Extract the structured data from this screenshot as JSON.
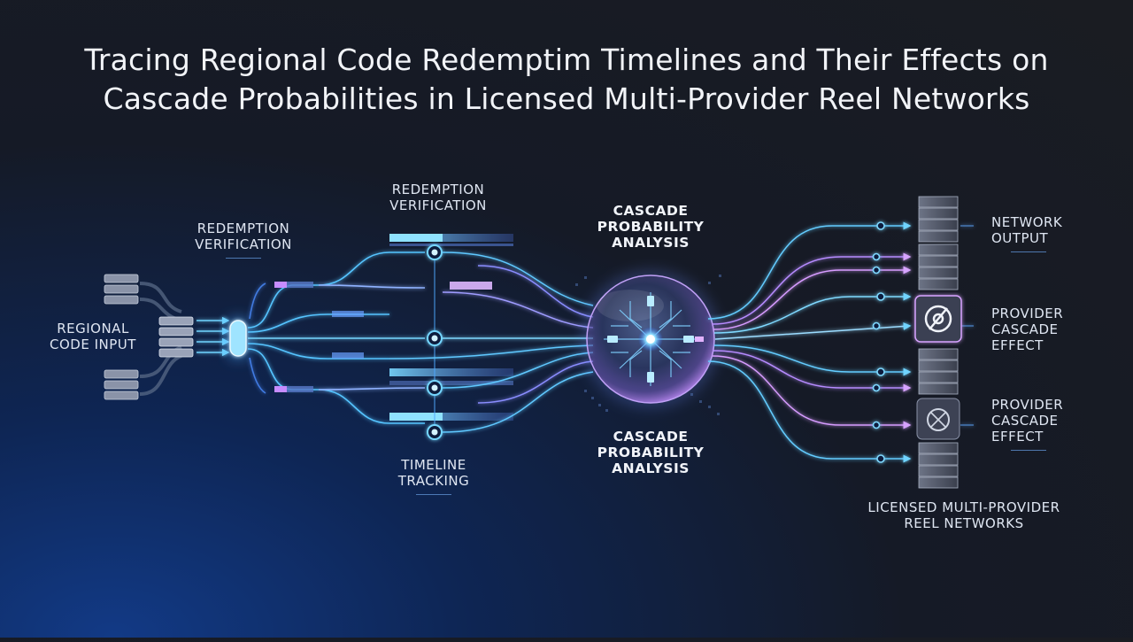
{
  "title_line1": "Tracing Regional Code Redemptim Timelines and Their Effects on",
  "title_line2": "Cascade Probabilities in Licensed Multi-Provider Reel Networks",
  "labels": {
    "regional_input": [
      "REGIONAL",
      "CODE INPUT"
    ],
    "redemption_left": [
      "REDEMPTION",
      "VERIFICATION"
    ],
    "redemption_top": [
      "REDEMPTION",
      "VERIFICATION"
    ],
    "cascade_top": [
      "CASCADE",
      "PROBABILITY",
      "ANALYSIS"
    ],
    "cascade_bottom": [
      "CASCADE",
      "PROBABILITY",
      "ANALYSIS"
    ],
    "timeline": [
      "TIMELINE",
      "TRACKING"
    ],
    "network_output": [
      "NETWORK",
      "OUTPUT"
    ],
    "provider_1": [
      "PROVIDER",
      "CASCADE",
      "EFFECT"
    ],
    "provider_2": [
      "PROVIDER",
      "CASCADE",
      "EFFECT"
    ],
    "licensed": [
      "LICENSED MULTI-PROVIDER",
      "REEL NETWORKS"
    ]
  },
  "icons": {
    "sphere": "cascade-sphere-icon",
    "server": "server-stack-icon",
    "provider": "provider-badge-icon"
  },
  "colors": {
    "cyan": "#46c8ff",
    "blue": "#3a7dff",
    "violet": "#b57cff",
    "pink": "#e58cff",
    "text": "#dfe6f2"
  }
}
